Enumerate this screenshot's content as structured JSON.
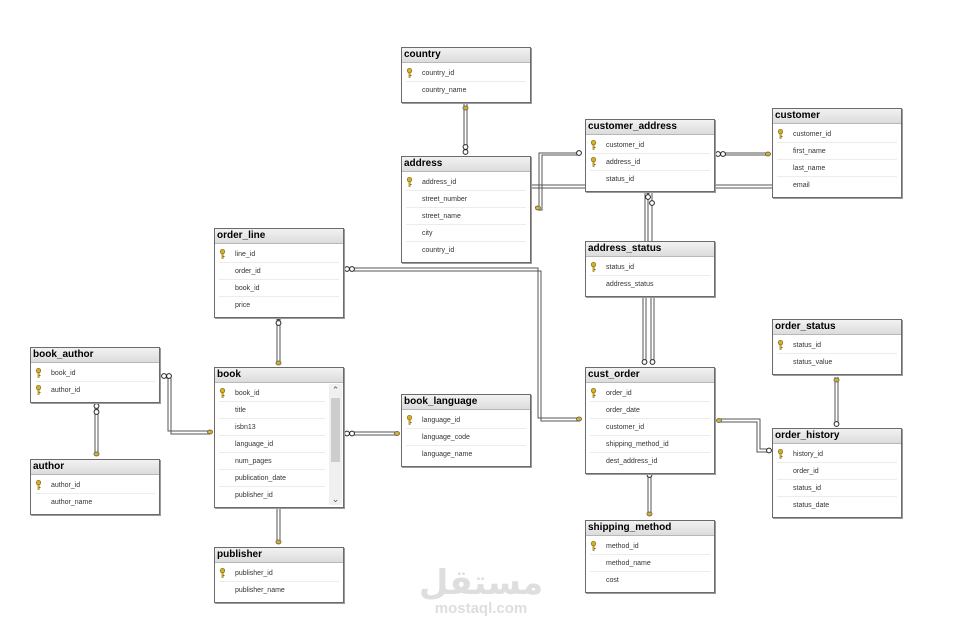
{
  "diagram": {
    "tables": {
      "country": {
        "title": "country",
        "columns": [
          "country_id",
          "country_name"
        ],
        "keys": [
          true,
          false
        ]
      },
      "address": {
        "title": "address",
        "columns": [
          "address_id",
          "street_number",
          "street_name",
          "city",
          "country_id"
        ],
        "keys": [
          true,
          false,
          false,
          false,
          false
        ]
      },
      "customer_address": {
        "title": "customer_address",
        "columns": [
          "customer_id",
          "address_id",
          "status_id"
        ],
        "keys": [
          true,
          true,
          false
        ]
      },
      "customer": {
        "title": "customer",
        "columns": [
          "customer_id",
          "first_name",
          "last_name",
          "email"
        ],
        "keys": [
          true,
          false,
          false,
          false
        ]
      },
      "address_status": {
        "title": "address_status",
        "columns": [
          "status_id",
          "address_status"
        ],
        "keys": [
          true,
          false
        ]
      },
      "order_line": {
        "title": "order_line",
        "columns": [
          "line_id",
          "order_id",
          "book_id",
          "price"
        ],
        "keys": [
          true,
          false,
          false,
          false
        ]
      },
      "book_author": {
        "title": "book_author",
        "columns": [
          "book_id",
          "author_id"
        ],
        "keys": [
          true,
          true
        ]
      },
      "book": {
        "title": "book",
        "columns": [
          "book_id",
          "title",
          "isbn13",
          "language_id",
          "num_pages",
          "publication_date",
          "publisher_id"
        ],
        "keys": [
          true,
          false,
          false,
          false,
          false,
          false,
          false
        ]
      },
      "book_language": {
        "title": "book_language",
        "columns": [
          "language_id",
          "language_code",
          "language_name"
        ],
        "keys": [
          true,
          false,
          false
        ]
      },
      "author": {
        "title": "author",
        "columns": [
          "author_id",
          "author_name"
        ],
        "keys": [
          true,
          false
        ]
      },
      "publisher": {
        "title": "publisher",
        "columns": [
          "publisher_id",
          "publisher_name"
        ],
        "keys": [
          true,
          false
        ]
      },
      "order_status": {
        "title": "order_status",
        "columns": [
          "status_id",
          "status_value"
        ],
        "keys": [
          true,
          false
        ]
      },
      "cust_order": {
        "title": "cust_order",
        "columns": [
          "order_id",
          "order_date",
          "customer_id",
          "shipping_method_id",
          "dest_address_id"
        ],
        "keys": [
          true,
          false,
          false,
          false,
          false
        ]
      },
      "order_history": {
        "title": "order_history",
        "columns": [
          "history_id",
          "order_id",
          "status_id",
          "status_date"
        ],
        "keys": [
          true,
          false,
          false,
          false
        ]
      },
      "shipping_method": {
        "title": "shipping_method",
        "columns": [
          "method_id",
          "method_name",
          "cost"
        ],
        "keys": [
          true,
          false,
          false
        ]
      }
    },
    "book_scroll": {
      "up_glyph": "⌃",
      "down_glyph": "⌄"
    },
    "colors": {
      "line": "#555555",
      "key": "#d4b02a",
      "header": "#e2e2e2",
      "border": "#6b6b6b"
    }
  },
  "watermark": {
    "logo": "مستقل",
    "text": "mostaql.com"
  }
}
